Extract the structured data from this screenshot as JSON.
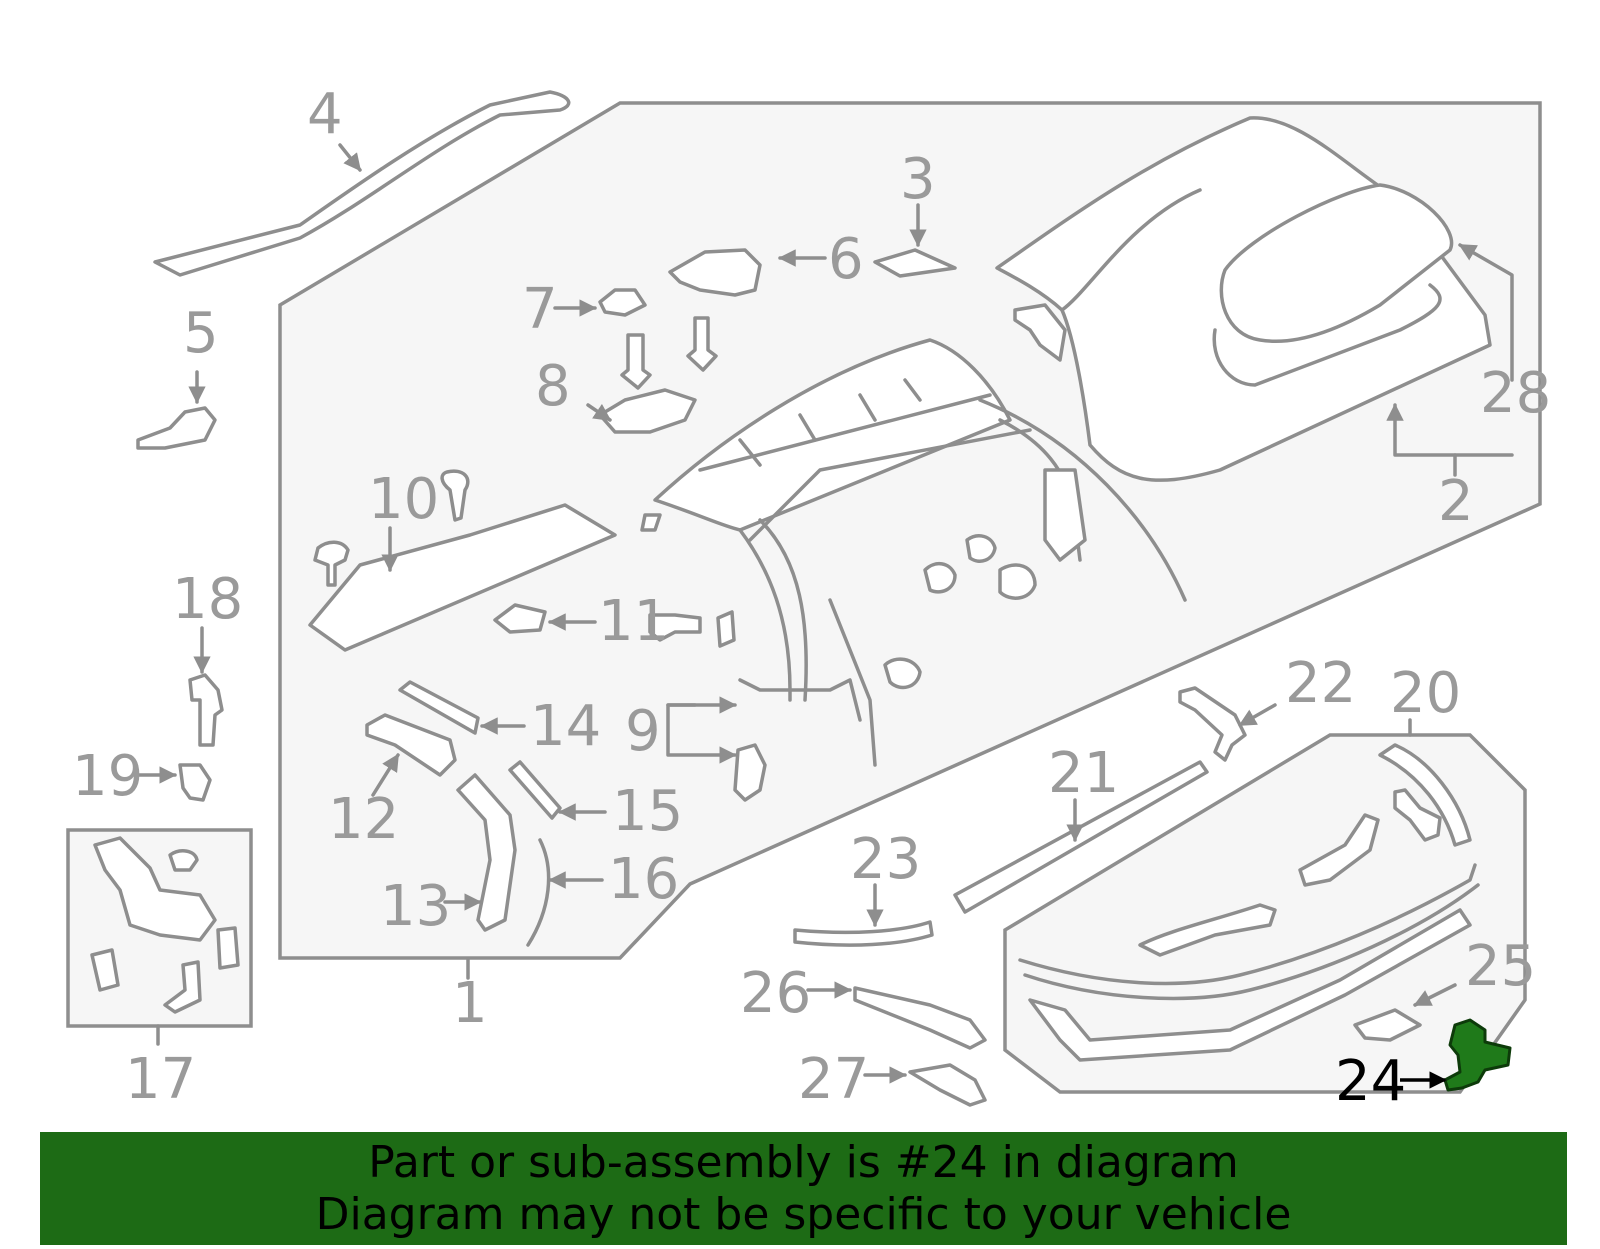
{
  "callouts": [
    "1",
    "2",
    "3",
    "4",
    "5",
    "6",
    "7",
    "8",
    "9",
    "10",
    "11",
    "12",
    "13",
    "14",
    "15",
    "16",
    "17",
    "18",
    "19",
    "20",
    "21",
    "22",
    "23",
    "24",
    "25",
    "26",
    "27",
    "28"
  ],
  "highlight": {
    "part_number": "24",
    "color": "#1f7a1a"
  },
  "banner": {
    "line1": "Part or sub-assembly is #24 in diagram",
    "line2": "Diagram may not be specific to your vehicle",
    "background": "#1d6b15"
  }
}
